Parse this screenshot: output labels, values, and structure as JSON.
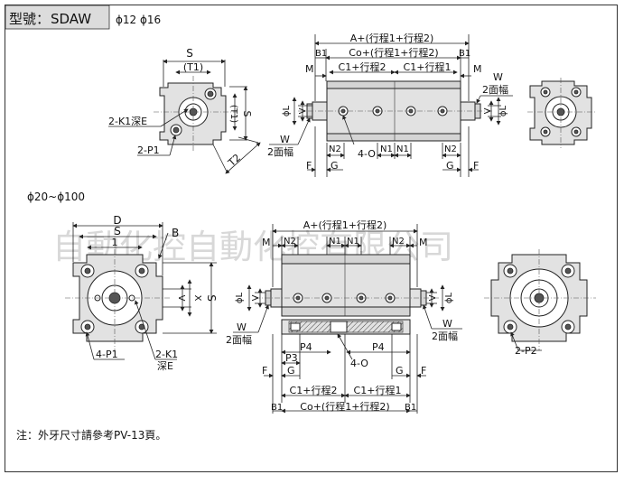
{
  "header": {
    "model_prefix": "型號：",
    "model": "SDAW",
    "size_range_1": "ϕ12 ϕ16",
    "size_range_2": "ϕ20~ϕ100"
  },
  "watermark": "自動化控自動化控有限公司",
  "labels_top": {
    "S": "S",
    "T1": "(T1)",
    "T1v": "(T1)",
    "Sv": "S",
    "T2": "T2",
    "K1": "2-K1深E",
    "P1": "2-P1",
    "A": "A+(行程1+行程2)",
    "B1a": "B1",
    "B1b": "B1",
    "Co": "Co+(行程1+行程2)",
    "Ma": "M",
    "Mb": "M",
    "C1a": "C1+行程2",
    "C1b": "C1+行程1",
    "W1": "W",
    "W1face": "2面幅",
    "W2": "W",
    "W2face": "2面幅",
    "phiL1": "ϕL",
    "V1": "V",
    "phiL2": "ϕL",
    "V2": "V",
    "N2a": "N2",
    "O": "4-O",
    "N1a": "N1",
    "N1b": "N1",
    "N2b": "N2",
    "Fa": "F",
    "Ga": "G",
    "Gb": "G",
    "Fb": "F"
  },
  "labels_bottom": {
    "D": "D",
    "B": "B",
    "S": "S",
    "l1": "1",
    "Vb": "V",
    "Xb": "X",
    "Sb": "S",
    "P1": "4-P1",
    "K1": "2-K1",
    "E": "深E",
    "A": "A+(行程1+行程2)",
    "Ma": "M",
    "N2a": "N2",
    "N1a": "N1",
    "N1b": "N1",
    "N2b": "N2",
    "Mb": "M",
    "phiL1": "ϕL",
    "V1": "V",
    "phiL2": "ϕL",
    "V2": "V",
    "W1": "W",
    "W1face": "2面幅",
    "W2": "W",
    "W2face": "2面幅",
    "P4a": "P4",
    "P4b": "P4",
    "P3": "P3",
    "O": "4-O",
    "Fa": "F",
    "Ga": "G",
    "Gb": "G",
    "Fb": "F",
    "C1a": "C1+行程2",
    "C1b": "C1+行程1",
    "B1a": "B1",
    "Co": "Co+(行程1+行程2)",
    "B1b": "B1",
    "P2": "2-P2"
  },
  "note": "注：外牙尺寸請參考PV-13頁。"
}
